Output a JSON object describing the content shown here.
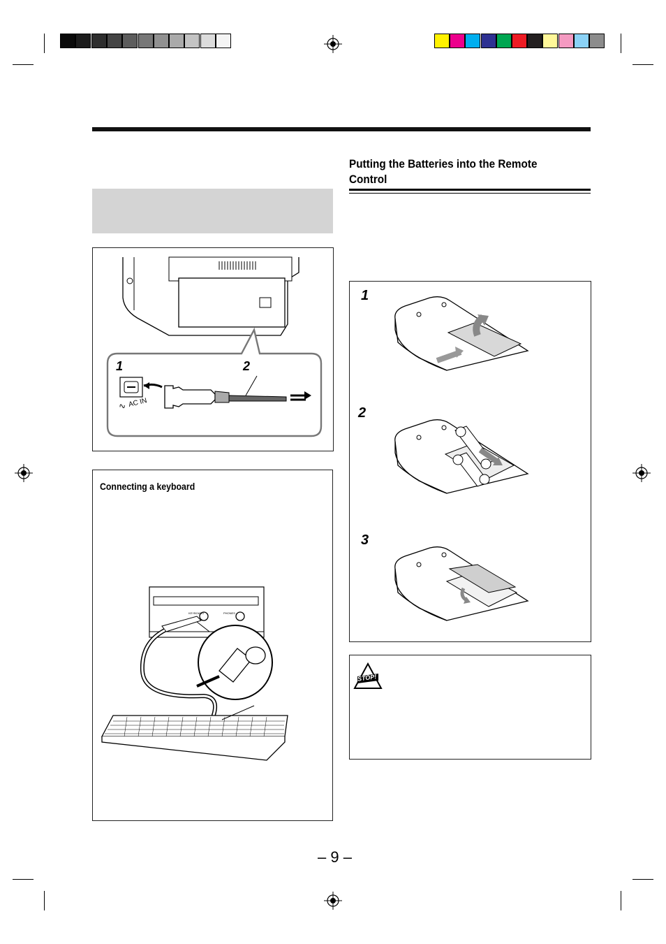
{
  "header": {
    "grey_swatches": [
      "#0a0a0a",
      "#1c1c1c",
      "#2e2e2e",
      "#444444",
      "#5d5d5d",
      "#777777",
      "#919191",
      "#aaaaaa",
      "#c3c3c3",
      "#dcdcdc",
      "#f4f4f4"
    ],
    "color_swatches": [
      "#fff200",
      "#ec008c",
      "#00aeef",
      "#2e3192",
      "#00a651",
      "#ed1c24",
      "#231f20",
      "#fff799",
      "#f49ac1",
      "#8bd2f6",
      "#8c8c8c"
    ]
  },
  "section": {
    "title": "Putting the Batteries into the Remote Control"
  },
  "power_figure": {
    "callout_1": "1",
    "callout_2": "2",
    "socket_label": "AC IN",
    "socket_symbol": "∿"
  },
  "keyboard_box": {
    "title": "Connecting a keyboard",
    "panel_labels": [
      "KEYBOARD",
      "PHONES"
    ]
  },
  "battery_steps": [
    {
      "number": "1"
    },
    {
      "number": "2"
    },
    {
      "number": "3"
    }
  ],
  "caution": {
    "icon": "stop-warning-icon",
    "icon_text": "STOP!"
  },
  "footer": {
    "page_number": "– 9 –"
  }
}
